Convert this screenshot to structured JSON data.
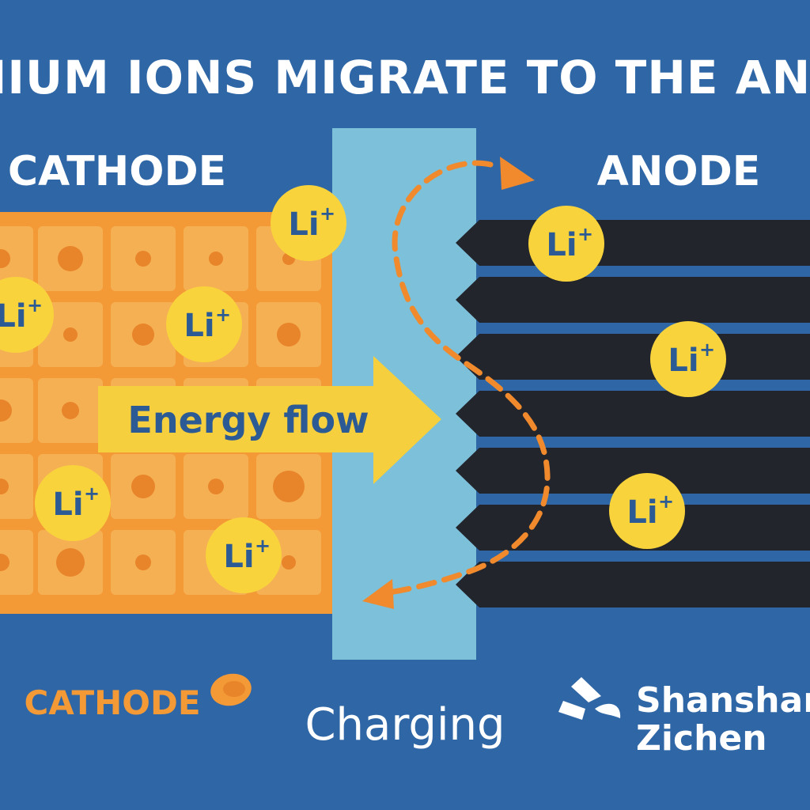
{
  "title": "LITHIUM IONS MIGRATE TO THE ANODE",
  "labels": {
    "cathode_top": "CATHODE",
    "anode_top": "ANODE",
    "energy_flow": "Energy flow",
    "cathode_bottom": "CATHODE",
    "charging": "Charging"
  },
  "ion": {
    "symbol": "Li",
    "charge": "+"
  },
  "logo": {
    "line1": "Shanshan",
    "line2": "Zichen"
  },
  "colors": {
    "background": "#2f66a6",
    "cathode": "#f39a37",
    "cathode_cell": "#f6b054",
    "cathode_dot": "#e8842a",
    "separator": "#7cc0d9",
    "anode_plate": "#23252d",
    "ion_fill": "#f8d33c",
    "ion_text": "#2c5a95",
    "arrow": "#f5cf3d",
    "path": "#f08a2c",
    "title": "#ffffff"
  },
  "icons": [
    "ion-path-arrow",
    "energy-flow-arrow",
    "cathode-particle-icon",
    "shanshan-logo-icon"
  ]
}
